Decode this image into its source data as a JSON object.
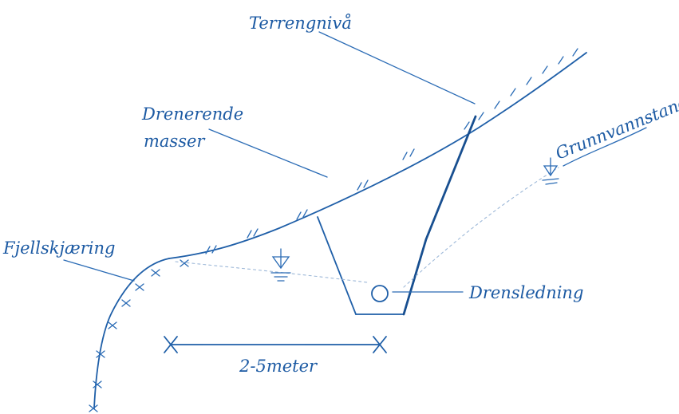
{
  "labels": {
    "terrain": "Terrengnivå",
    "draining_masses_line1": "Drenerende",
    "draining_masses_line2": "masser",
    "groundwater": "Grunnvannstand",
    "bedrock": "Fjellskjæring",
    "drain_pipe": "Drensledning",
    "dimension": "2-5meter"
  },
  "colors": {
    "ink": "#1f5fa8",
    "background": "#ffffff"
  },
  "icons": {
    "groundwater_symbol": "water-level-icon",
    "drain_pipe_symbol": "pipe-circle-icon"
  }
}
